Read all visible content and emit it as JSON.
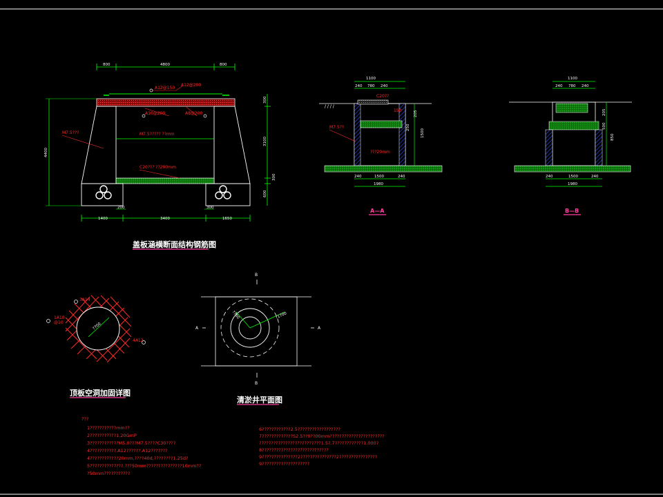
{
  "colors": {
    "background": "#000000",
    "line": "#ffffff",
    "dimension": "#00ff00",
    "rebar": "#ff2a2a",
    "fill": "#00aa00",
    "title_underline": "#ff3fa0",
    "hatch_blue": "#2e4dff"
  },
  "titles": {
    "cross_section": "盖板涵横断面结构钢筋图",
    "section_aa": "A—A",
    "section_bb": "B—B",
    "opening_detail": "顶板空洞加固详图",
    "well_plan": "清淤井平面图"
  },
  "cross_section": {
    "top_dims": [
      "800",
      "4800",
      "800"
    ],
    "bottom_dims": [
      "1400",
      "3400",
      "1650"
    ],
    "foot_dims": [
      "200",
      "300"
    ],
    "left_height": "4400",
    "right_dims": [
      "300",
      "3100",
      "300",
      "600"
    ],
    "rebar_labels": [
      "A12@150",
      "A12@200",
      "A10@200",
      "A8@200"
    ],
    "material_labels": [
      "M7.5???",
      "M7.5????? ??mm",
      "C20??? ??200mm"
    ]
  },
  "section_aa": {
    "top_dims": [
      "1100",
      "240",
      "780",
      "240"
    ],
    "bottom_dims": [
      "240",
      "1500",
      "240",
      "1980"
    ],
    "right_dims": [
      "205",
      "250",
      "1500"
    ],
    "labels": [
      "C20??",
      "M7.5??",
      "???20mm",
      "150"
    ]
  },
  "section_bb": {
    "top_dims": [
      "1100",
      "240",
      "780",
      "240"
    ],
    "bottom_dims": [
      "240",
      "1500",
      "240",
      "1980"
    ],
    "right_dims": [
      "205",
      "500",
      "850"
    ]
  },
  "opening_detail": {
    "labels": [
      "3A14",
      "1A10",
      "@10",
      "4A12",
      "?700"
    ]
  },
  "well_plan": {
    "markers": [
      "A",
      "A",
      "B",
      "B"
    ],
    "dims": [
      "?780",
      "?1700"
    ]
  },
  "notes_left": {
    "heading": "???",
    "lines": [
      "1???????????mm??",
      "2???????????1.20GmP",
      "3????????????M5.0???M7.5????C30????",
      "4???????????.A12??????.A12???????",
      "4????????????20mm,????40d,????????1.25d?",
      "5??????????????.???50mm???????????????10mm??",
      "?50mm???????????"
    ]
  },
  "notes_right": {
    "lines": [
      "6????????????2.5??????????????????",
      "7?????????????S2.5??0??00mm???????????????????????",
      "??????????????????????????1.5?.7????????????1.000?",
      "8????????????????????????????",
      "9???????????????2???????????????2????????????????",
      "9????????????????????"
    ]
  }
}
